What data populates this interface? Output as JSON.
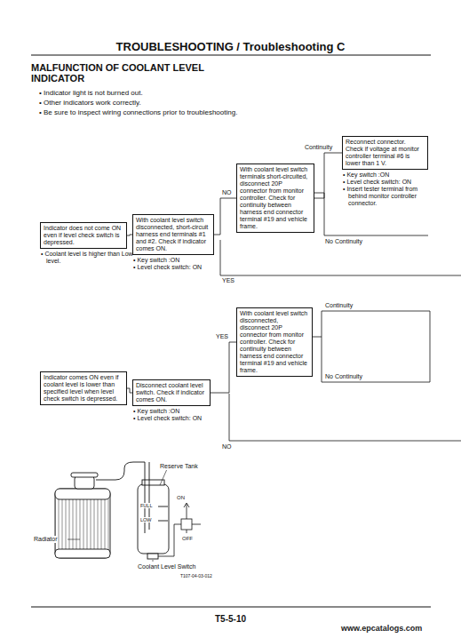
{
  "diagram": {
    "title": "MALFUNCTION OF COOLANT LEVEL INDICATOR",
    "nodes": [
      {
        "text": [
          "Indicator does not come ON even if level check switch is depressed.",
          "• Coolant level is higher than Low level."
        ]
      },
      {
        "text": [
          "With coolant level switch disconnected, short-circuit harness end terminals #1 and #2. Check if indicator comes ON.",
          "• Key switch :ON",
          "• Level check switch: ON"
        ]
      },
      {
        "text": [
          "With coolant level switch terminals short-circuited, disconnect 20P connector from monitor controller. Check for continuity between harness end connector terminal #19 and vehicle frame."
        ]
      },
      {
        "text": [
          "Reconnect connector. Check if voltage at monitor controller terminal #6 is lower than 1 V.",
          "• Key switch :ON",
          "• Level check switch: ON",
          "• Insert tester terminal from behind monitor controller connector."
        ]
      },
      {
        "text": [
          "Indicator comes ON even if coolant level is lower than specified level when level check switch is depressed."
        ]
      },
      {
        "text": [
          "Disconnect coolant level switch. Check if indicator comes ON.",
          "• Key switch :ON",
          "• Level check switch: ON"
        ]
      },
      {
        "text": [
          "With coolant level switch disconnected, disconnect 20P connector from monitor controller. Check for continuity between harness end connector terminal #19 and vehicle frame."
        ]
      }
    ],
    "edges": [
      {
        "from": 0,
        "to": 1,
        "arrow": "none"
      },
      {
        "from": 1,
        "to": 2,
        "label": "NO",
        "arrow": "none"
      },
      {
        "from": 2,
        "to": 3,
        "label": "Continuity",
        "arrow": "none"
      },
      {
        "from": 4,
        "to": 5,
        "arrow": "none"
      },
      {
        "from": 5,
        "to": 6,
        "label": "YES",
        "arrow": "none"
      }
    ],
    "labels": [
      "TROUBLESHOOTING / Troubleshooting C",
      "• Indicator light is not burned out.",
      "• Other indicators work correctly.",
      "• Be sure to inspect wiring connections prior to troubleshooting.",
      "YES",
      "No Continuity",
      "No Continuity",
      "NO",
      "Continuity",
      "Reserve Tank",
      "ON",
      "FULL",
      "LOW",
      "OFF",
      "Radiator",
      "Coolant Level Switch",
      "T107-04-03-012",
      "T5-5-10",
      "www.epcatalogs.com"
    ]
  }
}
